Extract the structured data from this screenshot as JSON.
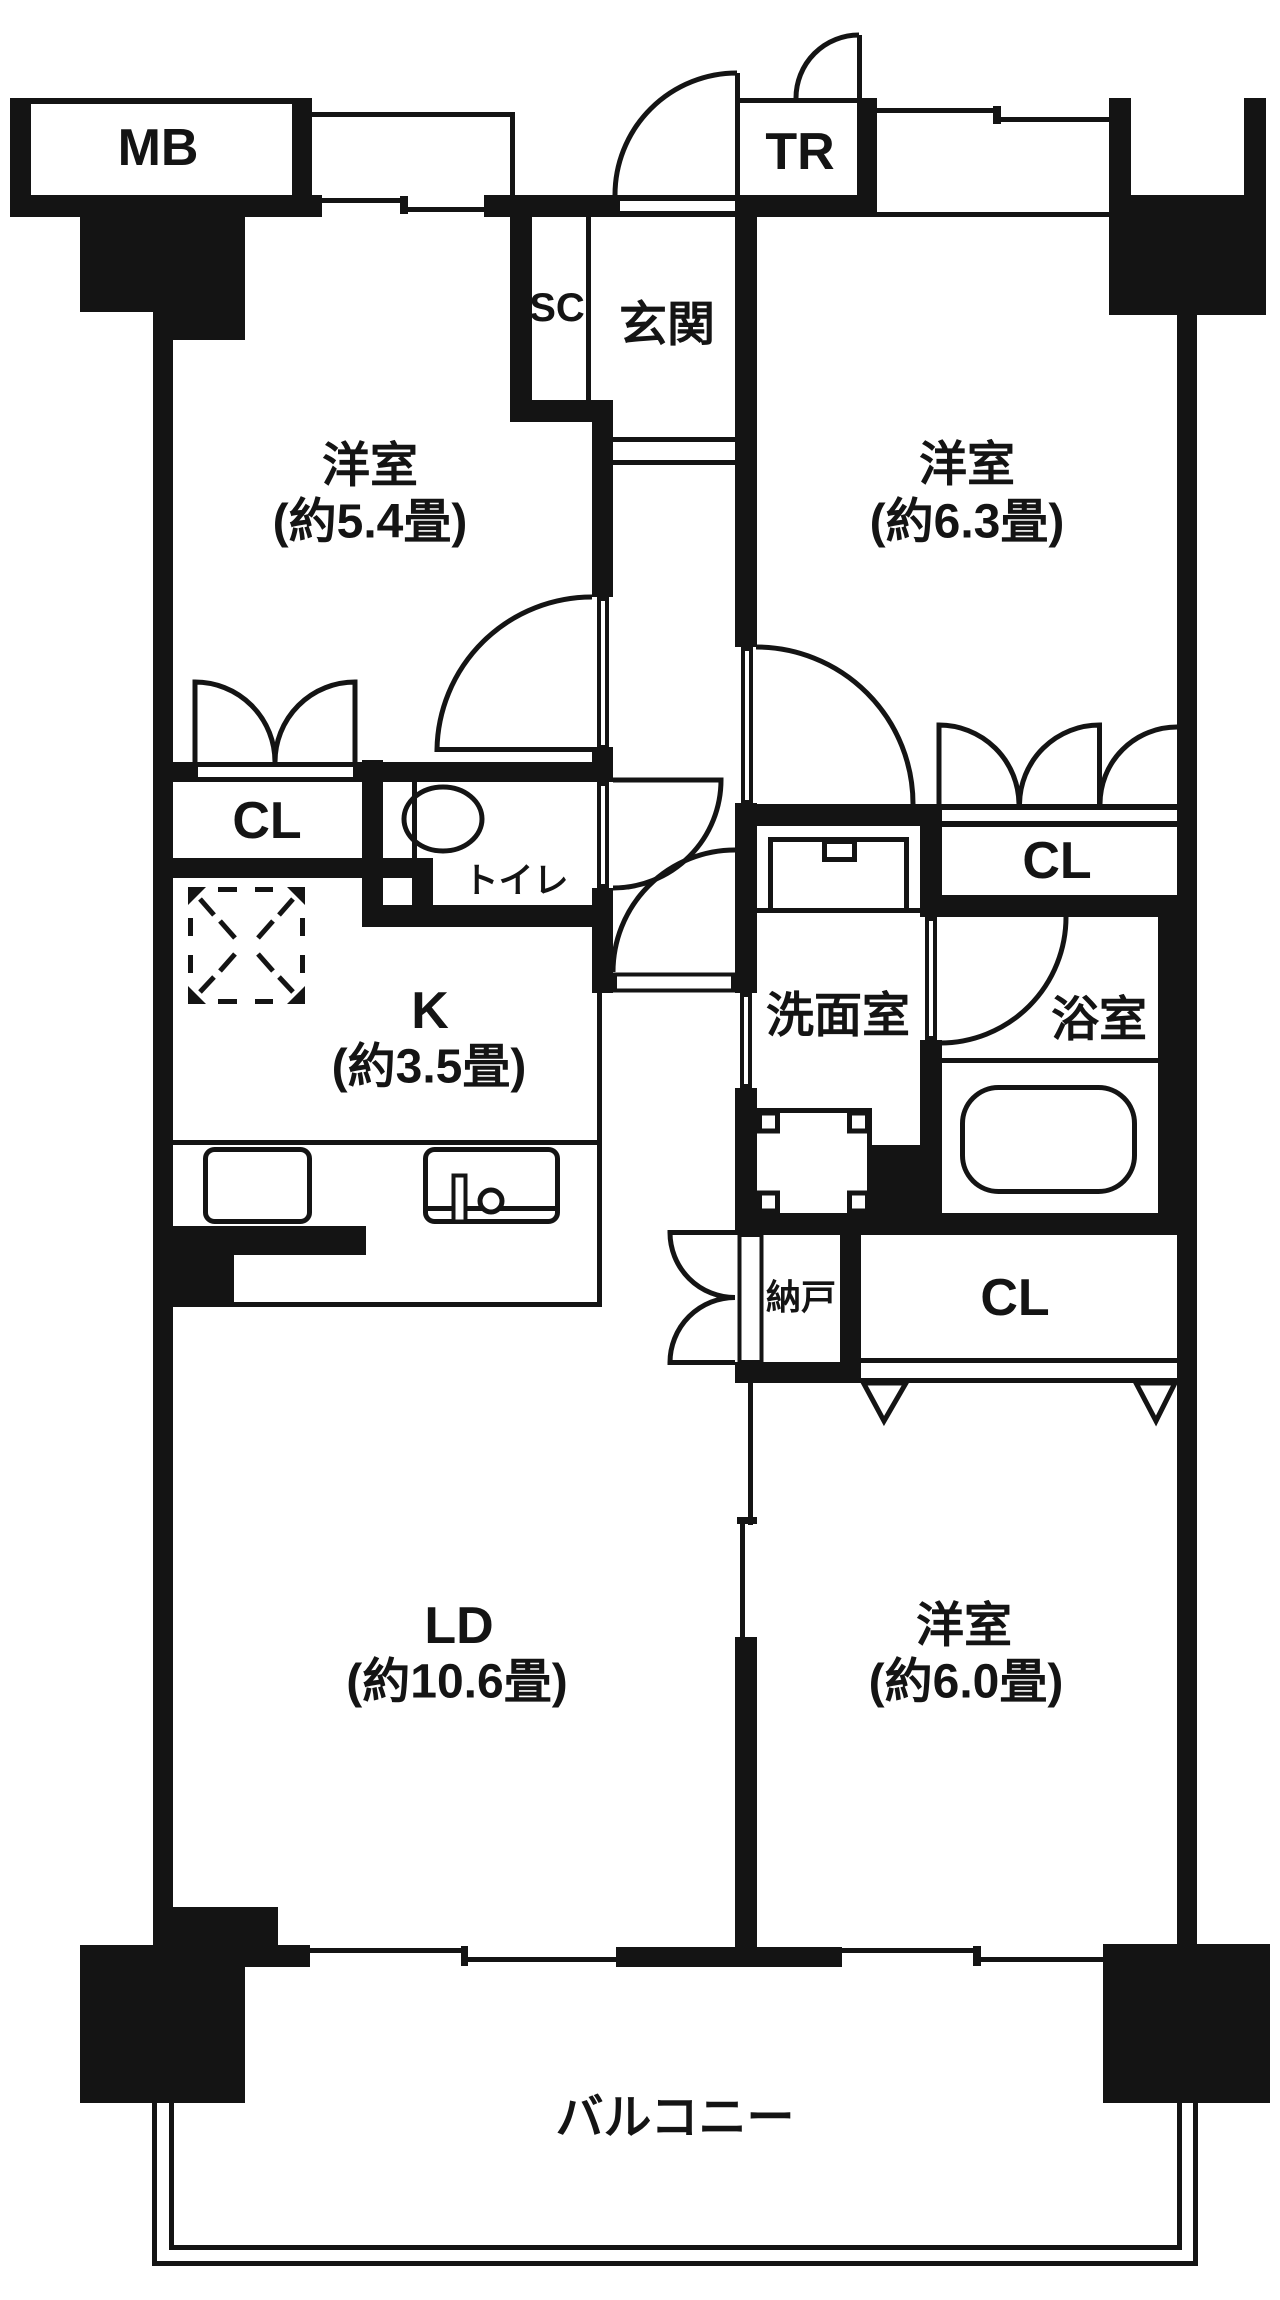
{
  "plan": {
    "labels": {
      "mb": "MB",
      "tr": "TR",
      "sc": "SC",
      "entrance": "玄関",
      "toilet": "トイレ",
      "washroom": "洗面室",
      "bathroom": "浴室",
      "storage": "納戸",
      "closet_nw": "CL",
      "closet_ne": "CL",
      "closet_s": "CL",
      "balcony": "バルコニー"
    },
    "rooms": {
      "western_nw": {
        "name": "洋室",
        "size": "(約5.4畳)"
      },
      "western_ne": {
        "name": "洋室",
        "size": "(約6.3畳)"
      },
      "kitchen": {
        "name": "K",
        "size": "(約3.5畳)"
      },
      "living_dining": {
        "name": "LD",
        "size": "(約10.6畳)"
      },
      "western_s": {
        "name": "洋室",
        "size": "(約6.0畳)"
      }
    },
    "symbols": {
      "toilet": "toilet-icon",
      "stove": "stove-icon",
      "sink": "sink-icon",
      "refrigerator_space": "refrigerator-space-icon",
      "washing_machine": "washing-machine-icon",
      "vanity": "vanity-icon",
      "bathtub": "bathtub-icon"
    },
    "colors": {
      "wall": "#141414",
      "background": "#ffffff"
    }
  }
}
